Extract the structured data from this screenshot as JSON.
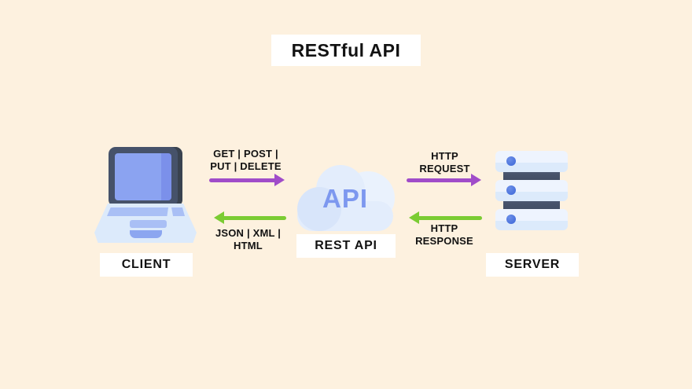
{
  "title": "RESTful API",
  "colors": {
    "background": "#FDF1DF",
    "box-bg": "#FFFFFF",
    "text": "#121212",
    "purple": "#A04CC9",
    "green": "#7BCC33",
    "dark-slate": "#46526A",
    "slate-shadow": "#39424F",
    "screen-blue": "#8BA3F1",
    "screen-blue-dark": "#7B90EA",
    "panel-light": "#DCEAFB",
    "panel-lighter": "#EEF4FE",
    "accent-blue": "#A9BFF5",
    "accent-blue-dark": "#8CA6F0",
    "cloud-main": "#D8E5FA",
    "cloud-mid": "#E3EDFC",
    "cloud-light": "#EAF2FD",
    "api-text": "#7D98EF",
    "led-blue": "#4A72DC"
  },
  "nodes": {
    "client": {
      "label": "CLIENT"
    },
    "rest_api": {
      "label": "REST API",
      "cloud_text": "API"
    },
    "server": {
      "label": "SERVER"
    }
  },
  "arrows": {
    "methods": {
      "line1": "GET | POST |",
      "line2": "PUT | DELETE",
      "direction": "right",
      "color": "#A04CC9"
    },
    "formats": {
      "line1": "JSON | XML |",
      "line2": "HTML",
      "direction": "left",
      "color": "#7BCC33"
    },
    "request": {
      "line1": "HTTP",
      "line2": "REQUEST",
      "direction": "right",
      "color": "#A04CC9"
    },
    "response": {
      "line1": "HTTP",
      "line2": "RESPONSE",
      "direction": "left",
      "color": "#7BCC33"
    }
  }
}
